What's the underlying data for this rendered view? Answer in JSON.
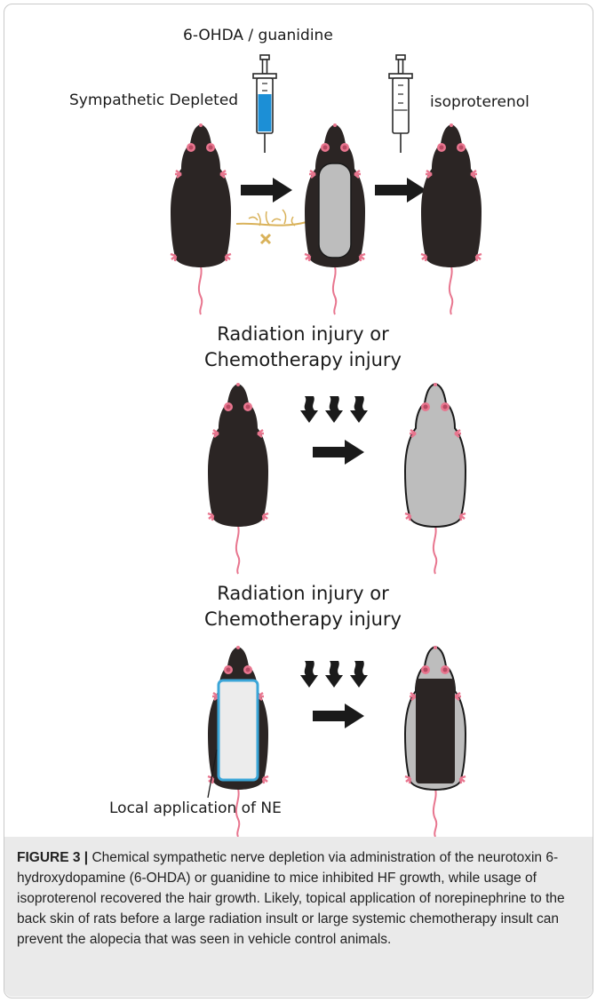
{
  "panel_top": {
    "drug_label": "6-OHDA / guanidine",
    "left_label": "Sympathetic Depleted",
    "right_label": "isoproterenol"
  },
  "panel_middle": {
    "title": "Radiation injury or\nChemotherapy injury"
  },
  "panel_bottom": {
    "title": "Radiation injury or\nChemotherapy injury",
    "callout_label": "Local application of NE"
  },
  "caption": {
    "figure_label": "FIGURE 3 |",
    "text": " Chemical sympathetic nerve depletion via administration of the neurotoxin 6-hydroxydopamine (6-OHDA) or guanidine to mice inhibited HF growth, while usage of isoproterenol recovered the hair growth. Likely, topical application of norepinephrine to the back skin of rats before a large radiation insult or large systemic chemotherapy insult can prevent the alopecia that was seen in vehicle control animals."
  },
  "colors": {
    "fur_dark": "#2b2524",
    "fur_grey": "#bdbdbd",
    "skin_pink": "#e8768f",
    "syringe_fill": "#1c8fd6",
    "nerve_yellow": "#d9b25a"
  }
}
